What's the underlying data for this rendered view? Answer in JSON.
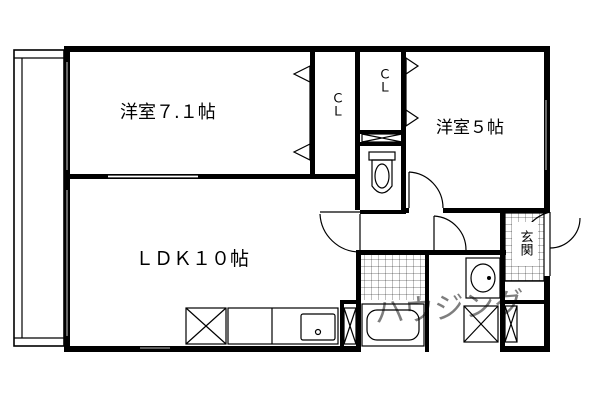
{
  "rooms": {
    "western_room_1": "洋室７.１帖",
    "western_room_2": "洋室５帖",
    "ldk": "ＬＤＫ１０帖",
    "closet_1": "ＣＬ",
    "closet_2": "ＣＬ",
    "entrance": "玄関"
  },
  "watermark": "ハウジング"
}
